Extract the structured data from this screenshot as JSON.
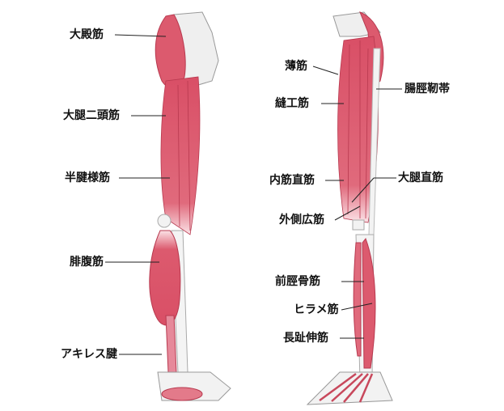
{
  "colors": {
    "muscle": "#dc5a6e",
    "muscle_dark": "#b8394f",
    "bone": "#f0f0f0",
    "bone_stroke": "#9a9a9a",
    "line": "#222222"
  },
  "left_labels": [
    "大殿筋",
    "大腿二頭筋",
    "半腱様筋",
    "腓腹筋",
    "アキレス腱"
  ],
  "right_labels": [
    "薄筋",
    "縫工筋",
    "腸脛靭帯",
    "内筋直筋",
    "大腿直筋",
    "外側広筋",
    "前脛骨筋",
    "ヒラメ筋",
    "長趾伸筋"
  ]
}
